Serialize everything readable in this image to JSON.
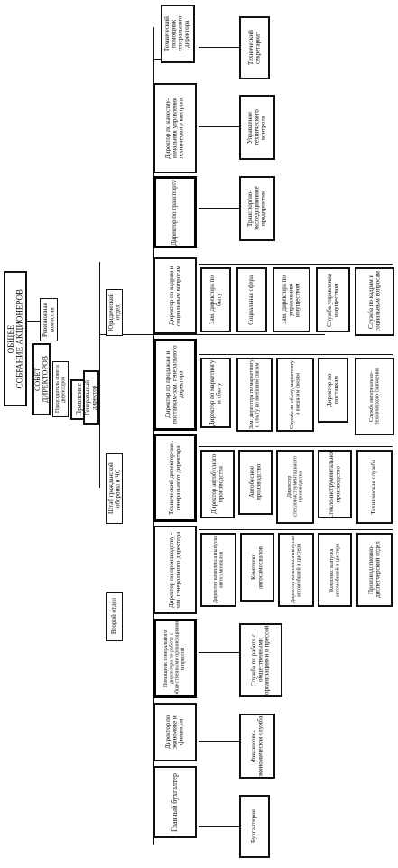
{
  "shareholders": {
    "line1": "ОБЩЕЕ",
    "line2": "СОБРАНИЕ АКЦИОНЕРОВ"
  },
  "audit_commission": "Ревизионная комиссия",
  "board": "СОВЕТ ДИРЕКТОРОВ",
  "board_chair": "Председатель совета директоров",
  "management_board": "Правление",
  "general_director": "Генеральный директор",
  "legal_department": "Юридический отдел",
  "civil_defense_hq": "Штаб гражданской обороны и ЧС",
  "second_department": "Второй отдел",
  "directors": [
    {
      "title": "Технический помощник генерального директора"
    },
    {
      "title": "Директор по качеству-начальник управления технического контроля"
    },
    {
      "title": "Директор по транспорту"
    },
    {
      "title": "Директор по кадрам и социальным вопросам"
    },
    {
      "title": "Директор по продажам и поставкам-зам. генерального директора"
    },
    {
      "title": "Технический директор-зам. генерального директора"
    },
    {
      "title": "Директор по производству - зам. генерального директора"
    },
    {
      "title": "Помощник генерального директора по работе с общественными организациями и прессой"
    },
    {
      "title": "Директор по экономике и финансам"
    },
    {
      "title": "Главный бухгалтер"
    }
  ],
  "subunits": {
    "tech_assistant": [
      "Технический секретариат"
    ],
    "quality": [
      "Управление технического контроля"
    ],
    "transport": [
      "Транспортно-экспедиционное предприятие"
    ],
    "hr": [
      "Зам. директора по быту",
      "Социальная сфера",
      "Зам. директора по управлению имуществом",
      "Служба управления имуществом",
      "Служба по кадрам и социальным вопросам"
    ],
    "sales": [
      "Директор по маркетингу и сбыту",
      "Зам. директора по маркетингу и сбыту по внешним связям",
      "Служба по сбыту, маркетингу и внешним связям",
      "Директор по поставкам",
      "Служба материально-технического снабжения"
    ],
    "technical": [
      "Директор автобусного производства",
      "Автобусное производство",
      "Директор стеклоинструментального производства",
      "Стеклоинструментальное производство",
      "Техническая служба"
    ],
    "production": [
      "Директор комплекса выпуска автосамосвалов",
      "Комплекс автосамосвалов",
      "Директор комплекса выпуска автомобилей и цистерн",
      "Комплекс выпуска автомобилей и цистерн",
      "Производственно-диспетчерский отдел"
    ],
    "pr_assistant": [
      "Служба по работе с общественными организациями и прессой"
    ],
    "economics": [
      "Финансово-экономическая служба"
    ],
    "accountant": [
      "Бухгалтерия"
    ]
  }
}
